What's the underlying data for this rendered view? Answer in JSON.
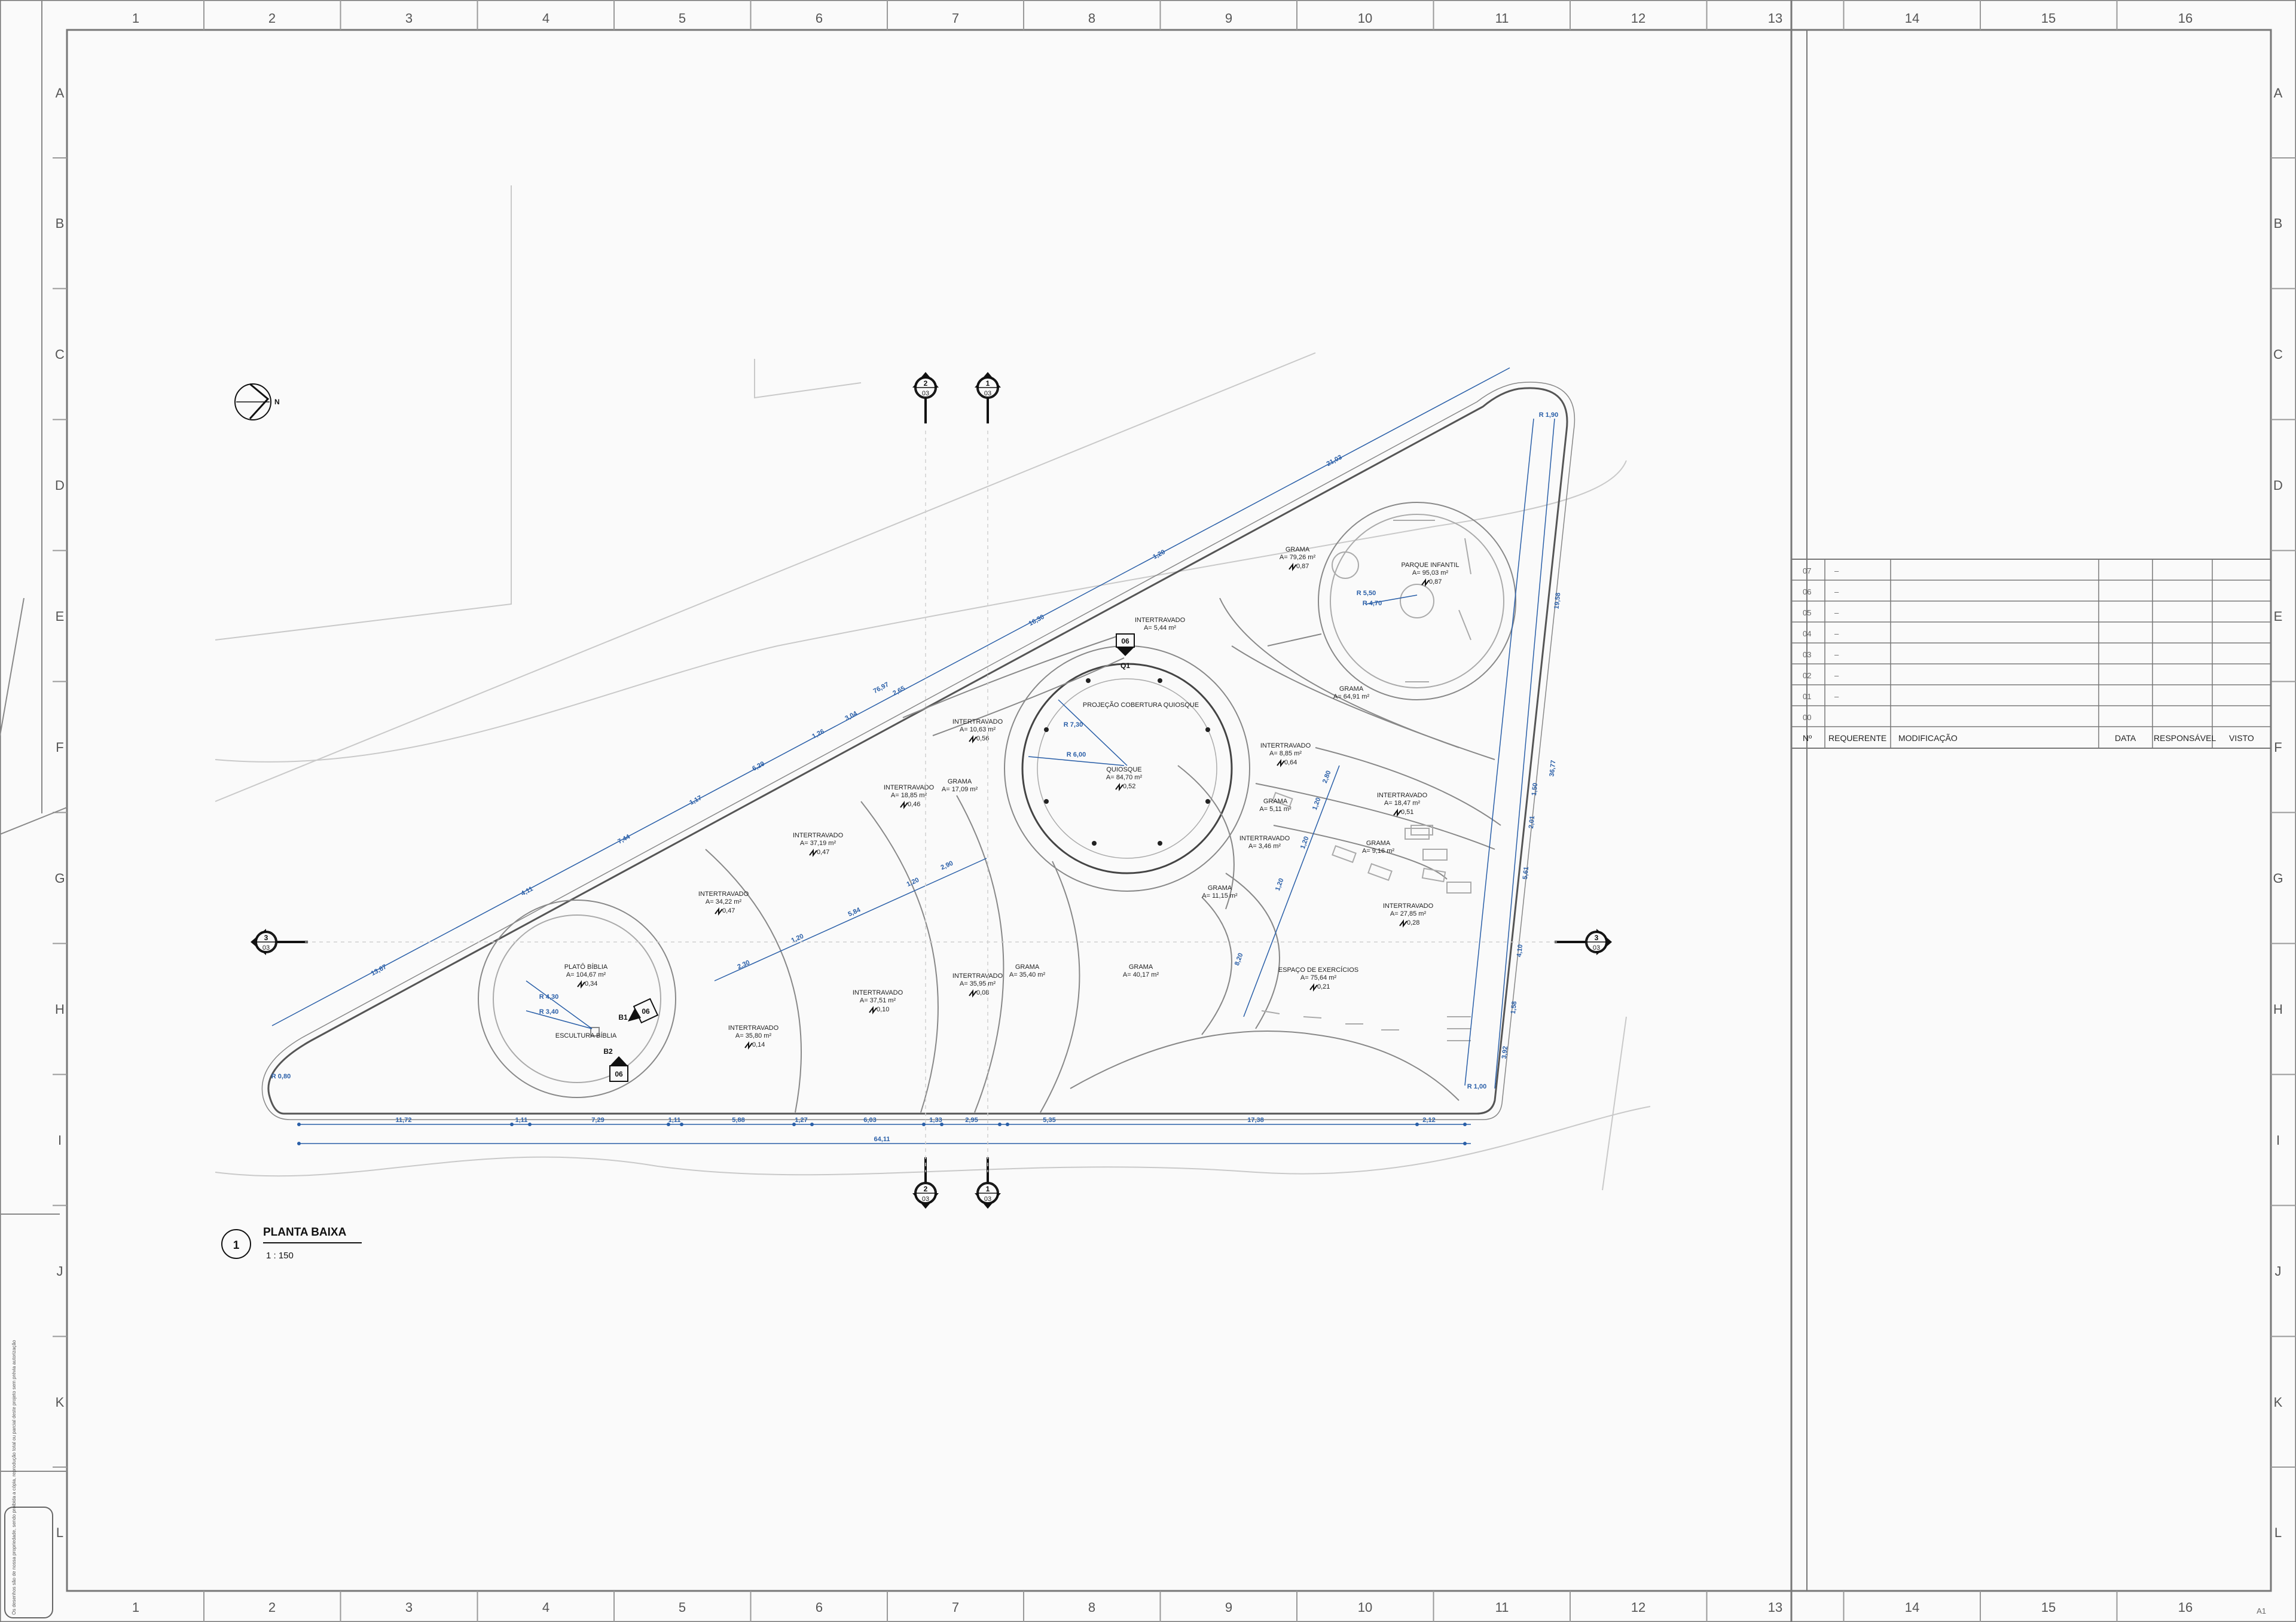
{
  "grid": {
    "columns": [
      "1",
      "2",
      "3",
      "4",
      "5",
      "6",
      "7",
      "8",
      "9",
      "10",
      "11",
      "12",
      "13",
      "14",
      "15",
      "16"
    ],
    "rows": [
      "A",
      "B",
      "C",
      "D",
      "E",
      "F",
      "G",
      "H",
      "I",
      "J",
      "K",
      "L"
    ]
  },
  "drawing": {
    "title": "PLANTA BAIXA",
    "scale": "1 : 150",
    "view_number": "1"
  },
  "areas": [
    {
      "name": "GRAMA",
      "area": "A= 79,26 m²",
      "level": "0,87"
    },
    {
      "name": "PARQUE INFANTIL",
      "area": "A= 95,03 m²",
      "level": "0,87"
    },
    {
      "name": "INTERTRAVADO",
      "area": "A= 5,44 m²",
      "level": ""
    },
    {
      "name": "GRAMA",
      "area": "A= 64,91 m²",
      "level": ""
    },
    {
      "name": "PROJEÇÃO COBERTURA QUIOSQUE",
      "area": "",
      "level": ""
    },
    {
      "name": "QUIOSQUE",
      "area": "A= 84,70 m²",
      "level": "0,52"
    },
    {
      "name": "INTERTRAVADO",
      "area": "A= 10,63 m²",
      "level": "0,56"
    },
    {
      "name": "GRAMA",
      "area": "A= 17,09 m²",
      "level": ""
    },
    {
      "name": "INTERTRAVADO",
      "area": "A= 18,85 m²",
      "level": "0,46"
    },
    {
      "name": "INTERTRAVADO",
      "area": "A= 8,85 m²",
      "level": "0,64"
    },
    {
      "name": "INTERTRAVADO",
      "area": "A= 18,47 m²",
      "level": "0,51"
    },
    {
      "name": "GRAMA",
      "area": "A= 5,11 m²",
      "level": ""
    },
    {
      "name": "GRAMA",
      "area": "A= 9,16 m²",
      "level": ""
    },
    {
      "name": "INTERTRAVADO",
      "area": "A= 3,46 m²",
      "level": ""
    },
    {
      "name": "INTERTRAVADO",
      "area": "A= 37,19 m²",
      "level": "0,47"
    },
    {
      "name": "INTERTRAVADO",
      "area": "A= 34,22 m²",
      "level": "0,47"
    },
    {
      "name": "GRAMA",
      "area": "A= 11,15 m²",
      "level": ""
    },
    {
      "name": "INTERTRAVADO",
      "area": "A= 27,85 m²",
      "level": "0,28"
    },
    {
      "name": "PLATÔ BÍBLIA",
      "area": "A= 104,67 m²",
      "level": "0,34"
    },
    {
      "name": "INTERTRAVADO",
      "area": "A= 37,51 m²",
      "level": "0,10"
    },
    {
      "name": "INTERTRAVADO",
      "area": "A= 35,95 m²",
      "level": "0,08"
    },
    {
      "name": "GRAMA",
      "area": "A= 35,40 m²",
      "level": ""
    },
    {
      "name": "GRAMA",
      "area": "A= 40,17 m²",
      "level": ""
    },
    {
      "name": "ESPAÇO DE EXERCÍCIOS",
      "area": "A= 75,64 m²",
      "level": "0,21"
    },
    {
      "name": "INTERTRAVADO",
      "area": "A= 35,80 m²",
      "level": "0,14"
    },
    {
      "name": "ESCULTURA BÍBLIA",
      "area": "",
      "level": ""
    }
  ],
  "dimensions": {
    "bottom": [
      "11,72",
      "1,11",
      "7,29",
      "1,11",
      "5,88",
      "1,27",
      "6,03",
      "1,33",
      "2,95",
      "5,35",
      "17,38",
      "2,12"
    ],
    "bottom_total": "64,11",
    "diagonal": [
      "13,67",
      "4,11",
      "7,44",
      "1,17",
      "6,29",
      "1,26",
      "3,04",
      "2,65",
      "16,30",
      "1,20",
      "21,03"
    ],
    "diagonal_total": "76,97",
    "right": [
      "19,58",
      "1,50",
      "2,01",
      "5,61",
      "4,10",
      "1,58",
      "3,92"
    ],
    "right_total": "36,77",
    "inner": [
      "2,30",
      "1,20",
      "5,84",
      "1,20",
      "2,90",
      "2,80",
      "1,20",
      "1,20",
      "1,20",
      "8,20"
    ],
    "radii": [
      "R 5,50",
      "R 4,70",
      "R 7,30",
      "R 6,00",
      "R 4,30",
      "R 3,40",
      "R 1,90",
      "R 0,80",
      "R 1,00"
    ]
  },
  "section_markers": [
    {
      "number": "2",
      "sheet": "03"
    },
    {
      "number": "1",
      "sheet": "03"
    },
    {
      "number": "3",
      "sheet": "03"
    },
    {
      "number": "3",
      "sheet": "03"
    },
    {
      "number": "2",
      "sheet": "03"
    },
    {
      "number": "1",
      "sheet": "03"
    }
  ],
  "detail_markers": [
    {
      "number": "06",
      "id": "Q1"
    },
    {
      "number": "06",
      "id": "B1"
    },
    {
      "number": "06",
      "id": "B2"
    }
  ],
  "revision_table": {
    "rows": [
      "07",
      "06",
      "05",
      "04",
      "03",
      "02",
      "01",
      "00"
    ],
    "dash": "–",
    "headers": {
      "number": "Nº",
      "requester": "REQUERENTE",
      "change": "MODIFICAÇÃO",
      "date": "DATA",
      "responsible": "RESPONSÁVEL",
      "approved": "VISTO"
    }
  },
  "sheet_code": "A1",
  "side_note": "Os desenhos são de nossa propriedade, sendo proibida a cópia, reprodução total ou parcial deste projeto sem prévia autorização"
}
